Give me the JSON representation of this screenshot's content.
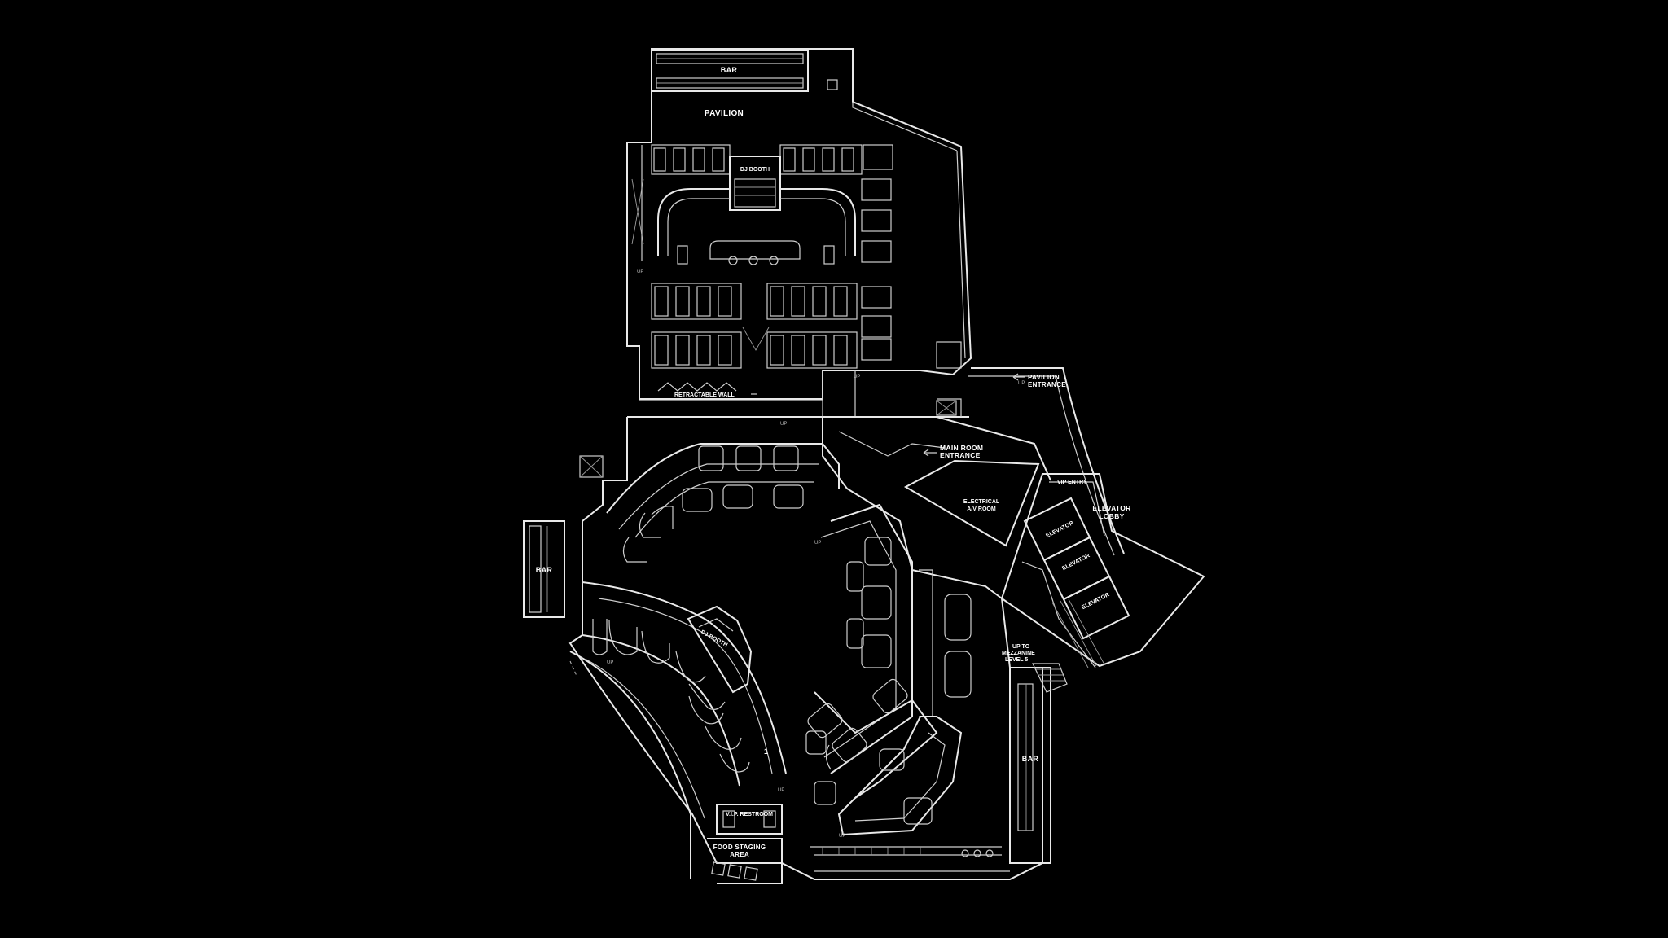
{
  "colors": {
    "background": "#000000",
    "linework": "#e9e9e9",
    "text": "#ffffff"
  },
  "labels": {
    "pavilion": "PAVILION",
    "bar_top": "BAR",
    "dj_booth_top": "DJ BOOTH",
    "retractable_wall": "RETRACTABLE WALL",
    "pavilion_entrance_1": "PAVILION",
    "pavilion_entrance_2": "ENTRANCE",
    "main_room_1": "MAIN ROOM",
    "main_room_2": "ENTRANCE",
    "electrical_1": "ELECTRICAL",
    "electrical_2": "A/V ROOM",
    "vip_entry": "VIP ENTRY",
    "elevator_lobby_1": "ELEVATOR",
    "elevator_lobby_2": "LOBBY",
    "elevator_1": "ELEVATOR",
    "elevator_2": "ELEVATOR",
    "elevator_3": "ELEVATOR",
    "bar_left": "BAR",
    "dj_booth_main": "DJ BOOTH",
    "bar_right": "BAR",
    "up_mezz_1": "UP TO",
    "up_mezz_2": "MEZZANINE",
    "up_mezz_3": "LEVEL 5",
    "vip_restroom": "V.I.P. RESTROOM",
    "food_staging_1": "FOOD STAGING",
    "food_staging_2": "AREA",
    "marker_1": "1",
    "up": "UP"
  }
}
